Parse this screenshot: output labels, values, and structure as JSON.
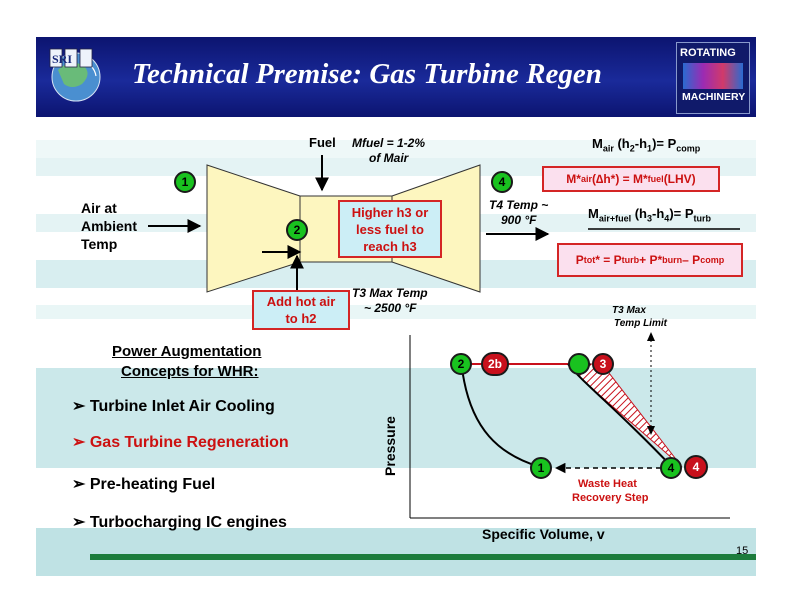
{
  "title": "Technical Premise: Gas Turbine Regen",
  "logo_left": {
    "text": "SRI"
  },
  "logo_right": {
    "line1": "ROTATING",
    "line2": "MACHINERY"
  },
  "colors": {
    "title_bar": "#0c1470",
    "state_green": "#19c21f",
    "state_red": "#c8101c",
    "accent_red": "#cc1111",
    "band": "#cbe8ea"
  },
  "turbine": {
    "fuel_label": "Fuel",
    "mfuel_note": [
      "Mfuel = 1-2%",
      "of Mair"
    ],
    "air_in": [
      "Air at",
      "Ambient",
      "Temp"
    ],
    "combustor_note": [
      "Higher h3 or",
      "less fuel to",
      "reach h3"
    ],
    "add_hot_air": [
      "Add hot air",
      "to h2"
    ],
    "t3_note": [
      "T3 Max Temp",
      "~ 2500 °F"
    ],
    "t4_note": [
      "T4 Temp ~",
      "900 °F"
    ],
    "states": {
      "s1": "1",
      "s2": "2",
      "s4": "4"
    }
  },
  "equations": {
    "comp_M": "M",
    "comp_sub": "air",
    "comp_mid": " (h",
    "comp_h2": "2",
    "comp_dash": "-h",
    "comp_h1": "1",
    "comp_eq": ")= P",
    "comp_P": "comp",
    "box1": {
      "a": "M*",
      "a_sub": "air",
      "b": " (∆h*) =  M*",
      "b_sub": "fuel",
      "c": " (LHV)"
    },
    "turb_M": "M",
    "turb_sub": "air+fuel",
    "turb_mid": " (h",
    "turb_h3": "3",
    "turb_dash": "-h",
    "turb_h4": "4",
    "turb_eq": ")= P",
    "turb_P": "turb",
    "box2": {
      "a": "P",
      "a_sub": "tot",
      "b": " * = P",
      "b_sub": "turb",
      "c": " + P*",
      "c_sub": "burn",
      "d": " – P",
      "d_sub": "comp"
    }
  },
  "concepts": {
    "heading": [
      "Power Augmentation",
      "Concepts for WHR:"
    ],
    "items": [
      {
        "text": "➢ Turbine Inlet Air Cooling",
        "color": "#000000"
      },
      {
        "text": "➢ Gas Turbine Regeneration",
        "color": "#cc1111"
      },
      {
        "text": "➢ Pre-heating Fuel",
        "color": "#000000"
      },
      {
        "text": "➢ Turbocharging IC engines",
        "color": "#000000"
      }
    ]
  },
  "pv_diagram": {
    "y_axis_label": "Pressure",
    "x_axis_label": "Specific Volume, v",
    "t3_limit": [
      "T3 Max",
      "Temp Limit"
    ],
    "waste_heat": [
      "Waste Heat",
      "Recovery Step"
    ],
    "points": {
      "p1": "1",
      "p2": "2",
      "p2b": "2b",
      "p3": "3",
      "p4": "4",
      "p4b": "4"
    }
  },
  "page_number": "15"
}
